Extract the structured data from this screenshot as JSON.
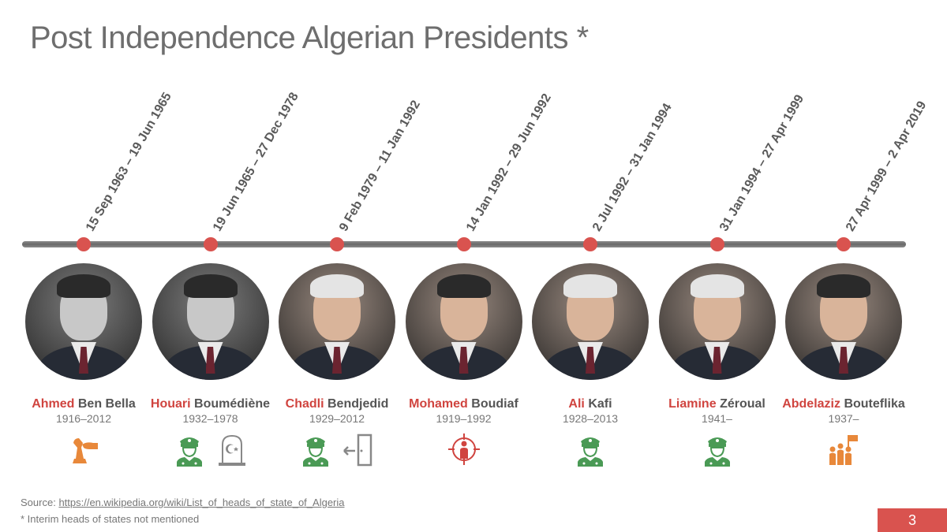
{
  "title": "Post Independence Algerian Presidents *",
  "accent_color": "#d9534f",
  "icon_colors": {
    "military": "#4a9a55",
    "gray": "#888888",
    "orange": "#e8883a",
    "red": "#d0443f"
  },
  "presidents": [
    {
      "first": "Ahmed",
      "last": "Ben Bella",
      "years": "1916–2012",
      "term": "15 Sep 1963 – 19 Jun 1965",
      "icons": [
        "coup-chess-icon"
      ]
    },
    {
      "first": "Houari",
      "last": "Boumédiène",
      "years": "1932–1978",
      "term": "19 Jun 1965 – 27 Dec 1978",
      "icons": [
        "military-officer-icon",
        "tombstone-icon"
      ]
    },
    {
      "first": "Chadli",
      "last": "Bendjedid",
      "years": "1929–2012",
      "term": "9 Feb 1979 – 11 Jan 1992",
      "icons": [
        "military-officer-icon",
        "exit-door-icon"
      ]
    },
    {
      "first": "Mohamed",
      "last": "Boudiaf",
      "years": "1919–1992",
      "term": "14 Jan 1992 – 29 Jun 1992",
      "icons": [
        "assassination-target-icon"
      ]
    },
    {
      "first": "Ali",
      "last": "Kafi",
      "years": "1928–2013",
      "term": "2 Jul 1992 – 31 Jan 1994",
      "icons": [
        "military-officer-icon"
      ]
    },
    {
      "first": "Liamine",
      "last": "Zéroual",
      "years": "1941–",
      "term": "31 Jan 1994 – 27 Apr 1999",
      "icons": [
        "military-officer-icon"
      ]
    },
    {
      "first": "Abdelaziz",
      "last": "Bouteflika",
      "years": "1937–",
      "term": "27 Apr 1999 – 2 Apr 2019",
      "icons": [
        "protest-crowd-icon"
      ]
    }
  ],
  "source": {
    "label": "Source:",
    "url": "https://en.wikipedia.org/wiki/List_of_heads_of_state_of_Algeria"
  },
  "note": "* Interim heads of states not mentioned",
  "page_number": "3"
}
